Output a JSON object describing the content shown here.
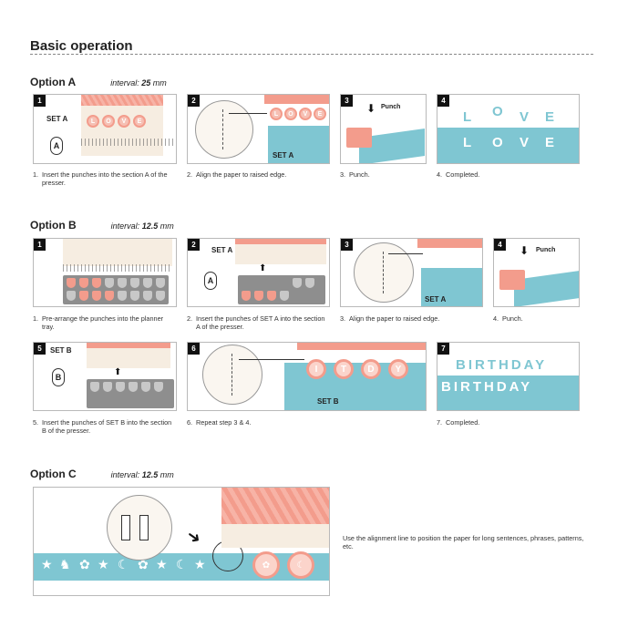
{
  "page_title": "Basic operation",
  "option_a": {
    "name": "Option A",
    "interval_label": "interval:",
    "interval_value": "25",
    "interval_unit": "mm",
    "steps": [
      {
        "num": "1",
        "set_label": "SET A",
        "hand_letter": "A",
        "letters": [
          "L",
          "O",
          "V",
          "E"
        ],
        "caption": "Insert the punches into the section A of the",
        "caption_cont": "presser."
      },
      {
        "num": "2",
        "set_label": "SET A",
        "letters": [
          "L",
          "O",
          "V",
          "E"
        ],
        "caption": "Align the paper to raised edge."
      },
      {
        "num": "3",
        "punch_label": "Punch",
        "caption": "Punch."
      },
      {
        "num": "4",
        "word": [
          "L",
          "O",
          "V",
          "E"
        ],
        "caption": "Completed."
      }
    ]
  },
  "option_b": {
    "name": "Option B",
    "interval_label": "interval:",
    "interval_value": "12.5",
    "interval_unit": "mm",
    "steps": [
      {
        "num": "1",
        "caption": "Pre-arrange the punches into the planner",
        "caption_cont": "tray."
      },
      {
        "num": "2",
        "set_label": "SET A",
        "hand_letter": "A",
        "caption": "Insert the punches of SET A into the section",
        "caption_cont": "A of the presser."
      },
      {
        "num": "3",
        "set_label": "SET A",
        "caption": "Align the paper to raised edge."
      },
      {
        "num": "4",
        "punch_label": "Punch",
        "caption": "Punch."
      },
      {
        "num": "5",
        "set_label": "SET B",
        "hand_letter": "B",
        "caption": "Insert the punches of SET B into the section",
        "caption_cont": "B of the presser."
      },
      {
        "num": "6",
        "set_label": "SET B",
        "letters": [
          "I",
          "T",
          "D",
          "Y"
        ],
        "caption": "Repeat step 3 & 4."
      },
      {
        "num": "7",
        "word_top": "BIRTHDAY",
        "word_bottom": "BIRTHDAY",
        "caption": "Completed."
      }
    ]
  },
  "option_c": {
    "name": "Option C",
    "interval_label": "interval:",
    "interval_value": "12.5",
    "interval_unit": "mm",
    "note": "Use the alignment line to position the paper for long sentences, phrases, patterns, etc."
  },
  "colors": {
    "accent": "#f39c8c",
    "paper": "#7fc6d2",
    "tray": "#8e8e8e"
  }
}
